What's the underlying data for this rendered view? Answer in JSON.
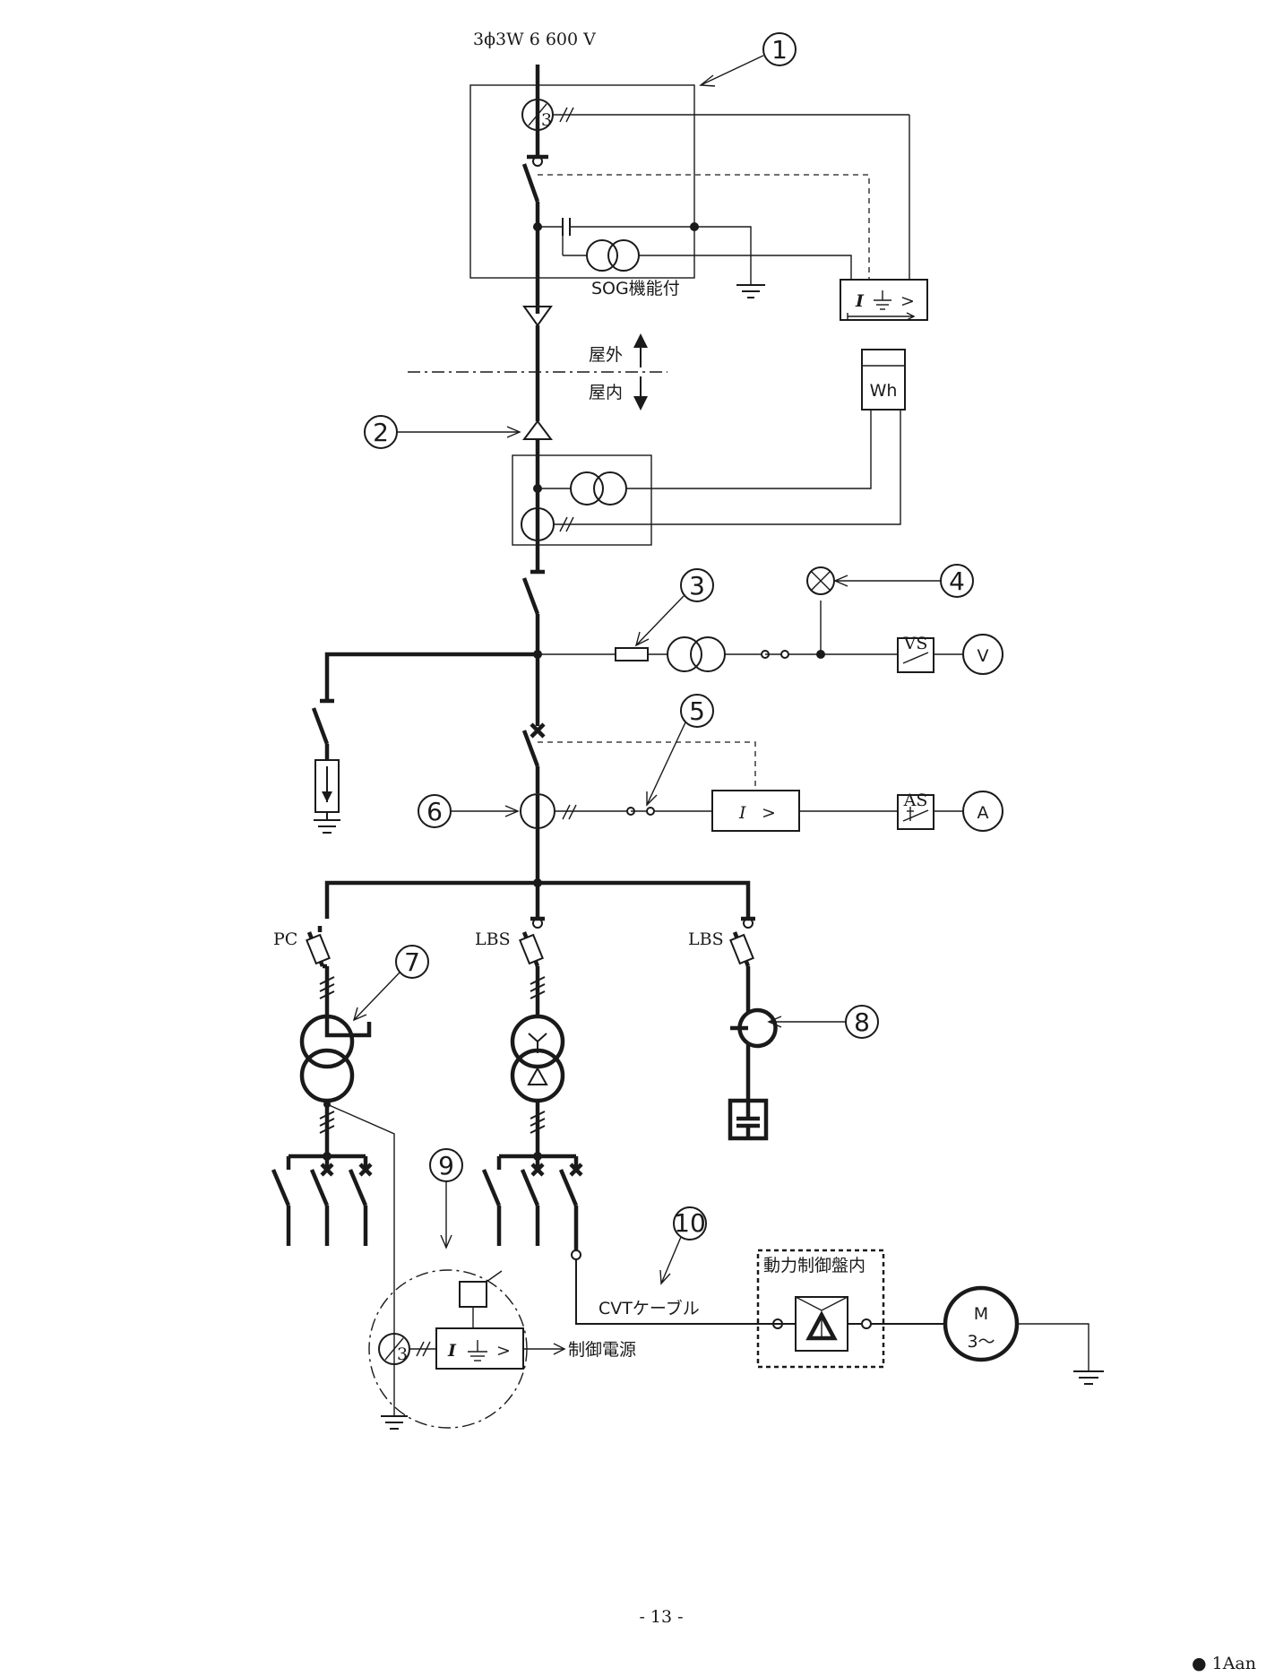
{
  "supply_label": "3ϕ3W  6 600 V",
  "sog_label": "SOG機能付",
  "outdoor_label": "屋外",
  "indoor_label": "屋内",
  "wh_label": "Wh",
  "vs_label": "VS",
  "v_meter_label": "V",
  "as_label": "AS",
  "a_meter_label": "A",
  "ocr_label": "I >",
  "gr_label": "I ⏚ >",
  "ct_ratio_label": "3",
  "pc_label": "PC",
  "lbs_label_1": "LBS",
  "lbs_label_2": "LBS",
  "cable_label": "CVTケーブル",
  "panel_label": "動力制御盤内",
  "control_power_label": "制御電源",
  "motor_label": "M",
  "motor_phase_label": "3～",
  "page_number": "- 13 -",
  "footer_mark": "● 1Aan",
  "callouts": [
    "1",
    "2",
    "3",
    "4",
    "5",
    "6",
    "7",
    "8",
    "9",
    "10"
  ]
}
